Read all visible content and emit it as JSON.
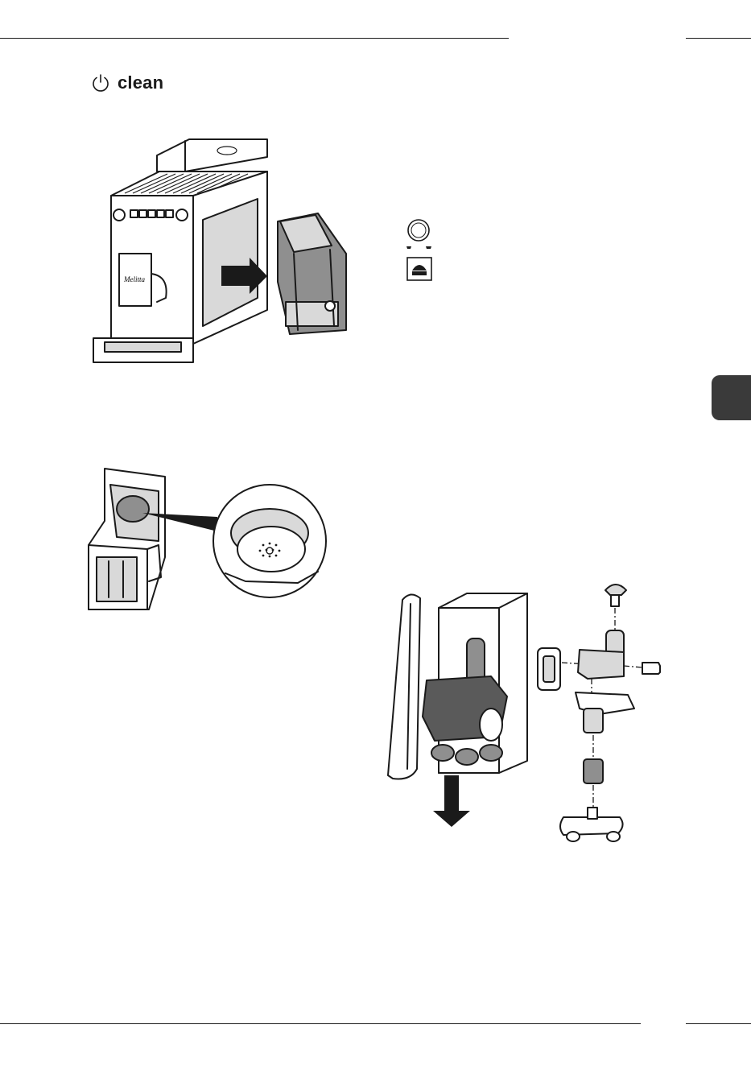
{
  "header": {
    "title": "clean",
    "title_icon": "power-icon"
  },
  "colors": {
    "ink": "#1a1a1a",
    "chapter_tab": "#3a3a3a",
    "grey_light": "#d9d9d9",
    "grey_mid": "#8f8f8f"
  },
  "figures": [
    {
      "name": "brew-unit-removal",
      "icon": "coffee-machine-illustration"
    },
    {
      "name": "control-symbols",
      "icons": [
        "rotary-knob-icon",
        "coffee-bean-button-icon"
      ]
    },
    {
      "name": "brew-unit-sieve-detail",
      "icon": "brew-unit-illustration"
    },
    {
      "name": "outlet-disassembly",
      "icon": "coffee-outlet-exploded-illustration"
    }
  ]
}
